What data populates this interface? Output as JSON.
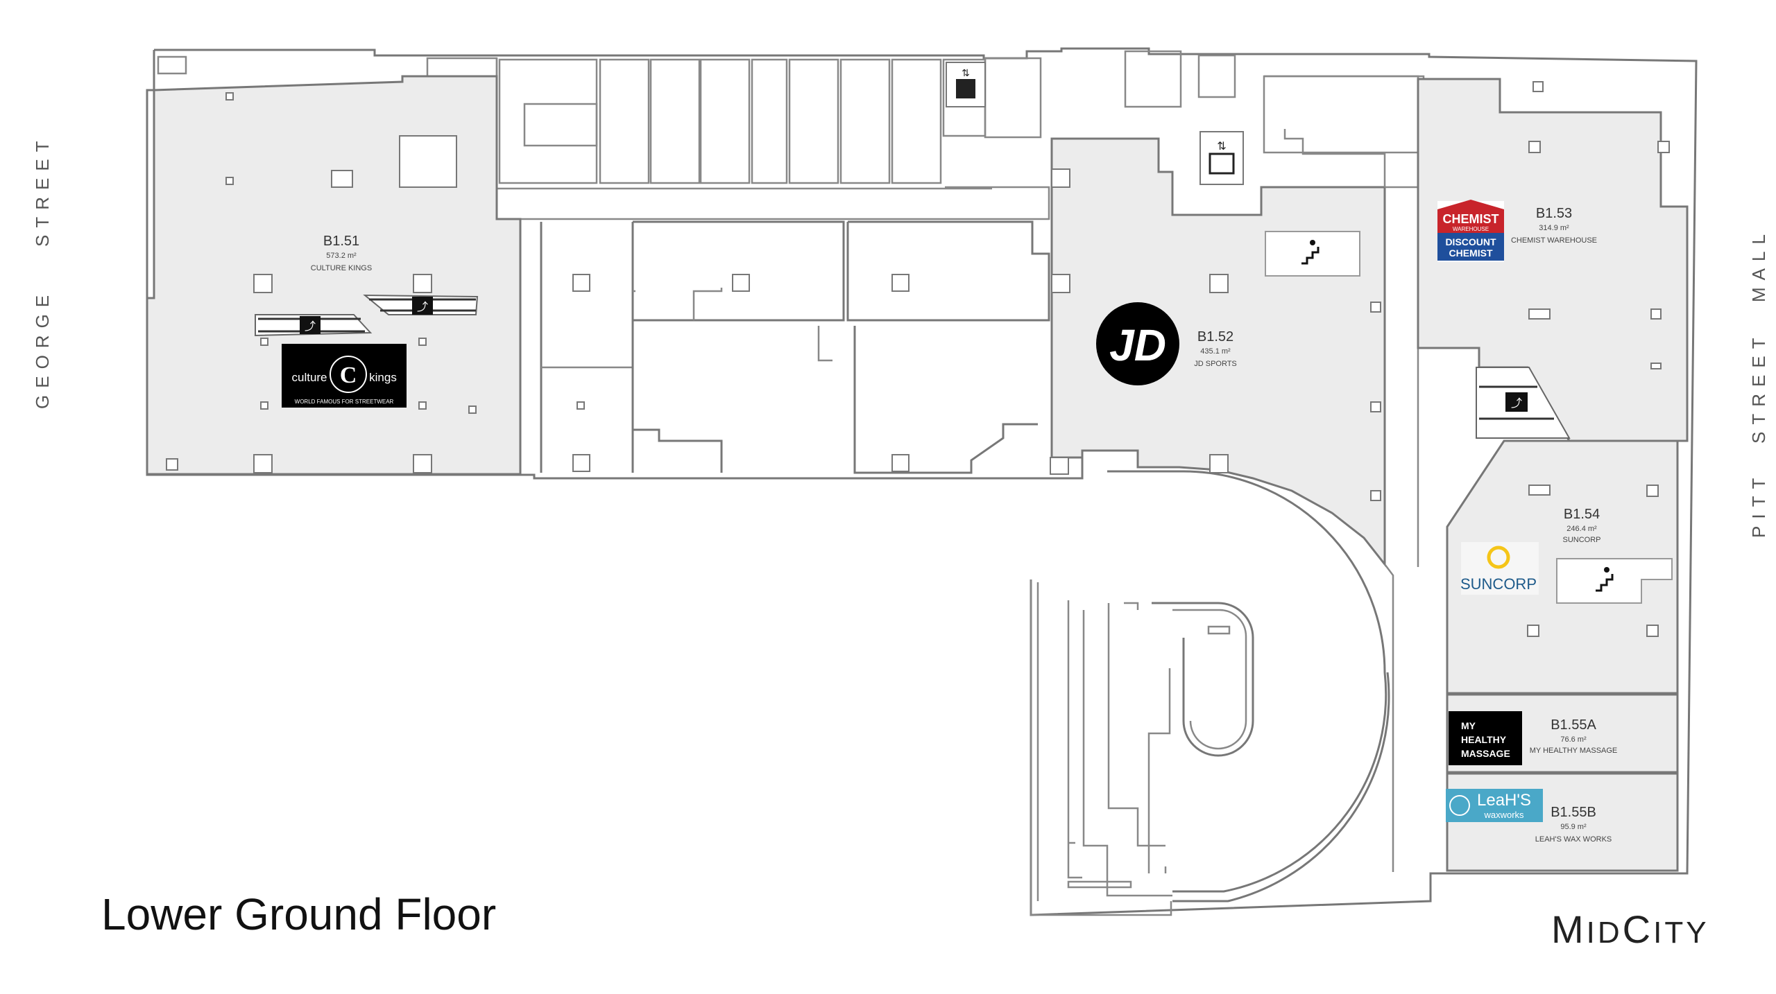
{
  "floor_title": "Lower Ground Floor",
  "brand": {
    "m": "M",
    "id": "ID",
    "c": "C",
    "ity": "ITY"
  },
  "streets": {
    "george": "GEORGE",
    "george_street": "STREET",
    "pitt": "PITT",
    "pitt_street": "STREET",
    "mall": "MALL"
  },
  "units": [
    {
      "id": "B1.51",
      "area": "573.2 m²",
      "name": "CULTURE KINGS"
    },
    {
      "id": "B1.52",
      "area": "435.1 m²",
      "name": "JD SPORTS"
    },
    {
      "id": "B1.53",
      "area": "314.9 m²",
      "name": "CHEMIST WAREHOUSE"
    },
    {
      "id": "B1.54",
      "area": "246.4 m²",
      "name": "SUNCORP"
    },
    {
      "id": "B1.55A",
      "area": "76.6 m²",
      "name": "MY HEALTHY MASSAGE"
    },
    {
      "id": "B1.55B",
      "area": "95.9 m²",
      "name": "LEAH'S WAX WORKS"
    }
  ],
  "logos": {
    "culture_kings": {
      "left": "culture",
      "right": "kings",
      "tagline": "WORLD FAMOUS FOR STREETWEAR"
    },
    "jd": "JD",
    "chemist": {
      "line1": "CHEMIST",
      "line2": "WAREHOUSE",
      "line3": "DISCOUNT",
      "line4": "CHEMIST"
    },
    "suncorp": "SUNCORP",
    "my_healthy_massage": {
      "line1": "MY",
      "line2": "HEALTHY",
      "line3": "MASSAGE"
    },
    "leahs": {
      "line1": "LeaH'S",
      "line2": "waxworks"
    }
  },
  "colors": {
    "tenant_fill": "#ececec",
    "wall": "#777777",
    "chemist_red": "#c8242b",
    "chemist_blue": "#1f4f9c",
    "suncorp_yellow": "#f5c518",
    "suncorp_text": "#1d5a8a",
    "leahs_blue": "#4aa8c8"
  },
  "icons": [
    "lift-icon",
    "escalator-icon",
    "stairs-icon"
  ]
}
